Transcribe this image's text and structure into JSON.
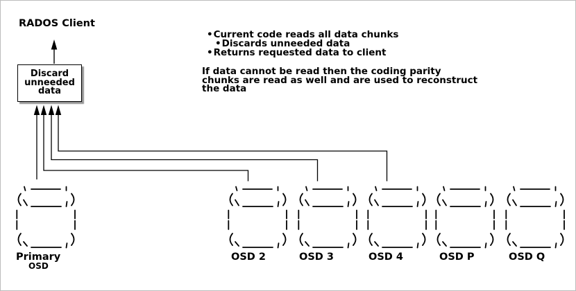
{
  "colors": {
    "ink": "#000000",
    "background": "#ffffff",
    "box_shadow": "#969696",
    "frame": "#bcbcbc"
  },
  "client": {
    "title": "RADOS Client"
  },
  "discard_box": {
    "line1": "Discard",
    "line2": "unneeded",
    "line3": "data"
  },
  "bullets": {
    "glyph": "•",
    "items": [
      {
        "text": "Current code reads all data chunks"
      },
      {
        "text": "Discards unneeded data"
      },
      {
        "text": "Returns requested data to client"
      }
    ]
  },
  "note": {
    "line1": "If data cannot be read then the coding parity",
    "line2": "chunks are read as well and are used to reconstruct",
    "line3": "the data"
  },
  "osds": [
    {
      "label": "Primary",
      "sublabel": "OSD"
    },
    {
      "label": "OSD 2"
    },
    {
      "label": "OSD 3"
    },
    {
      "label": "OSD 4"
    },
    {
      "label": "OSD P"
    },
    {
      "label": "OSD Q"
    }
  ]
}
